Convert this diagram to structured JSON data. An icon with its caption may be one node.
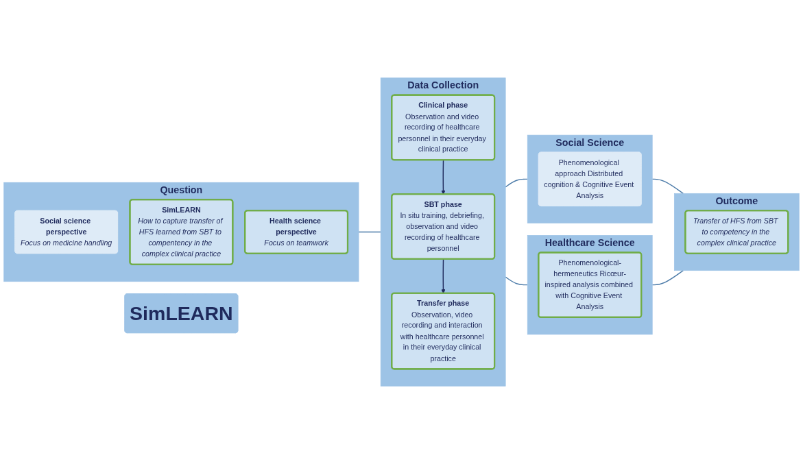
{
  "diagram": {
    "nodes": [
      {
        "text": [
          "SimLEARN"
        ]
      },
      {
        "text": [
          "Question"
        ]
      },
      {
        "text": [
          "Social science perspective",
          "Focus on medicine handling"
        ],
        "in": 1
      },
      {
        "text": [
          "SimLEARN",
          "How to capture transfer of HFS learned from SBT to compentency in the complex clinical practice"
        ],
        "in": 1
      },
      {
        "text": [
          "Health science perspective",
          "Focus on teamwork"
        ],
        "in": 1
      },
      {
        "text": [
          "Data Collection"
        ]
      },
      {
        "text": [
          "Clinical phase",
          "Observation and video recording of healthcare personnel in their everyday clinical practice"
        ],
        "in": 5
      },
      {
        "text": [
          "SBT phase",
          "In situ training, debriefing, observation and video recording of healthcare personnel"
        ],
        "in": 5
      },
      {
        "text": [
          "Transfer phase",
          "Observation, video recording and interaction with healthcare personnel in their everyday clinical practice"
        ],
        "in": 5
      },
      {
        "text": [
          "Social Science"
        ]
      },
      {
        "text": [
          "Phenomenological approach Distributed cognition & Cognitive Event Analysis"
        ],
        "in": 9
      },
      {
        "text": [
          "Healthcare Science"
        ]
      },
      {
        "text": [
          "Phenomenological-hermeneutics Ricœur-inspired analysis combined with Cognitive Event Analysis"
        ],
        "in": 11
      },
      {
        "text": [
          "Outcome"
        ]
      },
      {
        "text": [
          "Transfer of HFS from SBT to competency in the complex clinical practice"
        ],
        "in": 13
      }
    ],
    "edges": [
      {
        "from": 1,
        "to": 5,
        "arrow": "none"
      },
      {
        "from": 6,
        "to": 7,
        "arrow": "to",
        "color": "#1f2a5c"
      },
      {
        "from": 7,
        "to": 8,
        "arrow": "to",
        "color": "#1f2a5c"
      },
      {
        "from": 5,
        "to": 9,
        "arrow": "none"
      },
      {
        "from": 5,
        "to": 11,
        "arrow": "none"
      },
      {
        "from": 9,
        "to": 13,
        "arrow": "none"
      },
      {
        "from": 11,
        "to": 13,
        "arrow": "none"
      }
    ]
  }
}
